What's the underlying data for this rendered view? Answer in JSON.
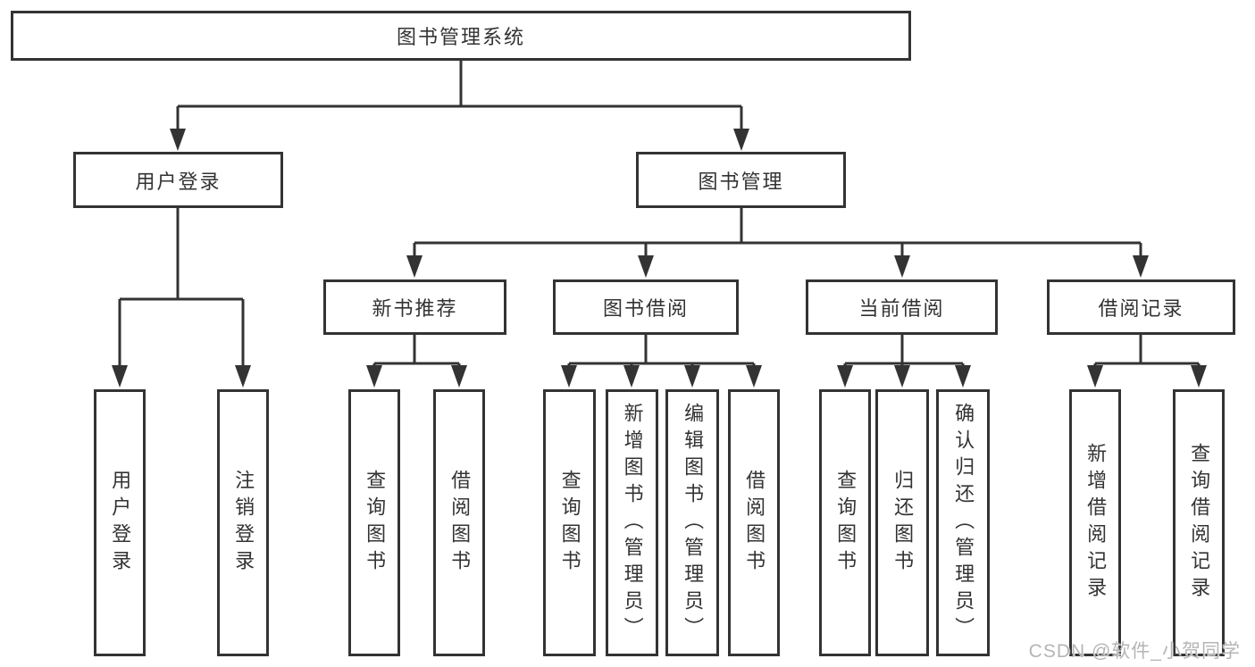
{
  "diagram": {
    "root": "图书管理系统",
    "branches": {
      "login": {
        "label": "用户登录",
        "children": [
          "用户登录",
          "注销登录"
        ]
      },
      "management": {
        "label": "图书管理",
        "sections": [
          {
            "label": "新书推荐",
            "children": [
              "查询图书",
              "借阅图书"
            ]
          },
          {
            "label": "图书借阅",
            "children": [
              "查询图书",
              "新增图书（管理员）",
              "编辑图书（管理员）",
              "借阅图书"
            ]
          },
          {
            "label": "当前借阅",
            "children": [
              "查询图书",
              "归还图书",
              "确认归还（管理员）"
            ]
          },
          {
            "label": "借阅记录",
            "children": [
              "新增借阅记录",
              "查询借阅记录"
            ]
          }
        ]
      }
    },
    "colors": {
      "line": "#333333",
      "box_border": "#333333",
      "box_fill": "#ffffff",
      "background": "#ffffff",
      "text": "#333333",
      "watermark": "#b5b5b5"
    }
  },
  "watermark": {
    "text": "CSDN @软件_小贺同学"
  }
}
